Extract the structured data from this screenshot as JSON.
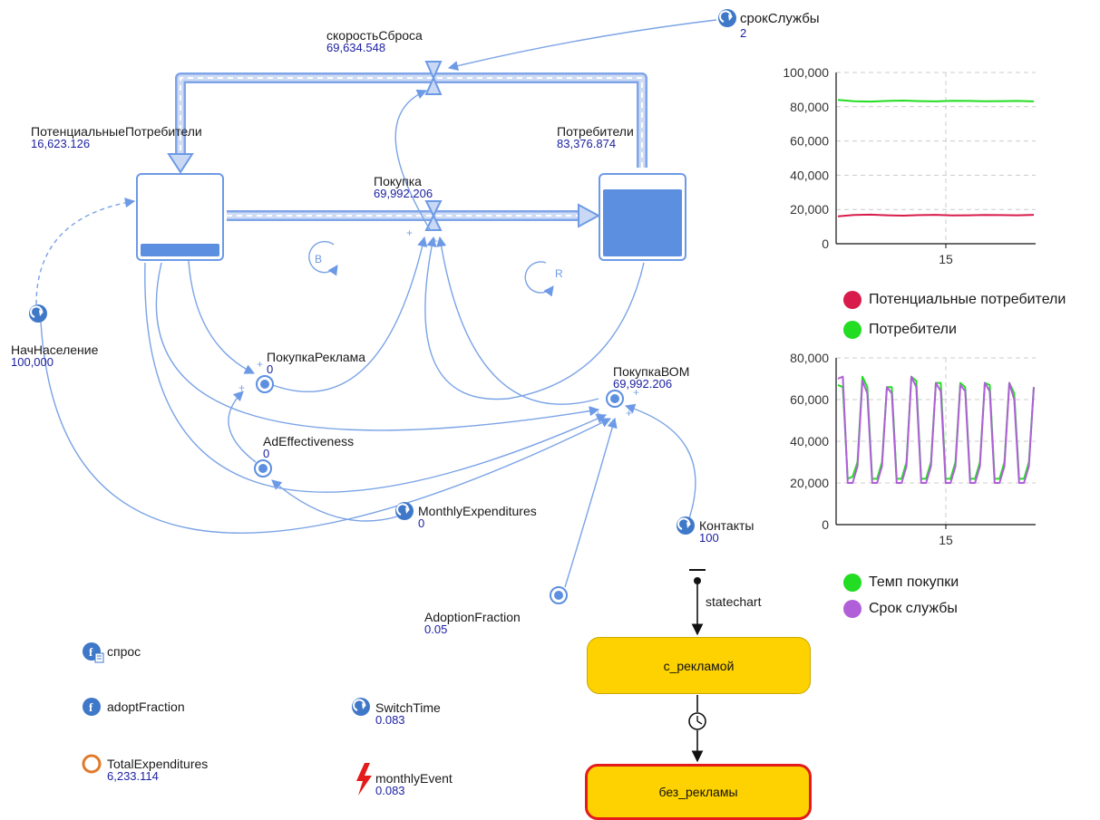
{
  "stocks": {
    "potential": {
      "name": "ПотенциальныеПотребители",
      "value": "16,623.126"
    },
    "consumers": {
      "name": "Потребители",
      "value": "83,376.874"
    }
  },
  "flows": {
    "discard": {
      "name": "скоростьСброса",
      "value": "69,634.548"
    },
    "purchase": {
      "name": "Покупка",
      "value": "69,992.206"
    }
  },
  "loops": {
    "balancing": "B",
    "reinforcing": "R"
  },
  "parameters": {
    "lifetime": {
      "name": "срокСлужбы",
      "value": "2"
    },
    "initial_population": {
      "name": "НачНаселение",
      "value": "100,000"
    },
    "monthly_expenditures": {
      "name": "MonthlyExpenditures",
      "value": "0"
    },
    "contacts": {
      "name": "Контакты",
      "value": "100"
    },
    "switch_time": {
      "name": "SwitchTime",
      "value": "0.083"
    }
  },
  "auxiliaries": {
    "purchase_ad": {
      "name": "ПокупкаРеклама",
      "value": "0"
    },
    "purchase_wom": {
      "name": "ПокупкаВОМ",
      "value": "69,992.206"
    },
    "ad_effectiveness": {
      "name": "AdEffectiveness",
      "value": "0"
    },
    "adoption_fraction": {
      "name": "AdoptionFraction",
      "value": "0.05"
    }
  },
  "functions": {
    "demand": {
      "name": "спрос",
      "icon": "table-function-icon"
    },
    "adopt_fraction": {
      "name": "adoptFraction",
      "icon": "function-icon"
    }
  },
  "variables": {
    "total_expenditures": {
      "name": "TotalExpenditures",
      "value": "6,233.114"
    }
  },
  "events": {
    "monthly_event": {
      "name": "monthlyEvent",
      "value": "0.083"
    }
  },
  "statechart": {
    "label": "statechart",
    "state_ad": "с_рекламой",
    "state_no_ad": "без_рекламы"
  },
  "colors": {
    "flow_blue": "#5d8fe0",
    "pipe_light": "#b8cdf2",
    "state_yellow": "#fdd200",
    "state_red": "#e31b1b",
    "series_red": "#d81b4a",
    "series_green": "#22dd22",
    "series_purple": "#b05fd8",
    "param_blue": "#3f78c8",
    "var_orange": "#e07a2a"
  },
  "chart_data": [
    {
      "type": "line",
      "ylim": [
        0,
        100000
      ],
      "yticks": [
        "100,000",
        "80,000",
        "60,000",
        "40,000",
        "20,000",
        "0"
      ],
      "xticks": [
        "15"
      ],
      "grid": true,
      "legend_position": "below",
      "series": [
        {
          "name": "Потенциальные потребители",
          "color": "#d81b4a",
          "values": [
            16000,
            16800,
            17000,
            16600,
            16400,
            16700,
            16900,
            16500,
            16600,
            16800,
            16700,
            16600,
            16900
          ]
        },
        {
          "name": "Потребители",
          "color": "#22dd22",
          "values": [
            84000,
            83200,
            83000,
            83400,
            83600,
            83300,
            83100,
            83500,
            83400,
            83200,
            83300,
            83400,
            83100
          ]
        }
      ]
    },
    {
      "type": "line",
      "ylim": [
        0,
        80000
      ],
      "yticks": [
        "80,000",
        "60,000",
        "40,000",
        "20,000",
        "0"
      ],
      "xticks": [
        "15"
      ],
      "grid": true,
      "legend_position": "below",
      "series": [
        {
          "name": "Темп покупки",
          "color": "#22dd22",
          "values": [
            67000,
            66000,
            22000,
            23000,
            30000,
            71000,
            66000,
            22000,
            22000,
            30000,
            66000,
            66000,
            22000,
            22000,
            30000,
            71000,
            69000,
            22000,
            22000,
            30000,
            68000,
            68000,
            22000,
            22000,
            30000,
            68000,
            66000,
            22000,
            22000,
            30000,
            68000,
            67000,
            22000,
            22000,
            30000,
            68000,
            63000,
            22000,
            22000,
            30000,
            66000
          ]
        },
        {
          "name": "Срок службы",
          "color": "#b05fd8",
          "values": [
            70000,
            71000,
            20000,
            20000,
            28000,
            69000,
            63000,
            20000,
            20000,
            28000,
            66000,
            63000,
            20000,
            20000,
            28000,
            71000,
            66000,
            20000,
            20000,
            28000,
            68000,
            64000,
            20000,
            20000,
            28000,
            67000,
            64000,
            20000,
            20000,
            28000,
            68000,
            64000,
            20000,
            20000,
            28000,
            68000,
            60000,
            20000,
            20000,
            28000,
            66000
          ]
        }
      ]
    }
  ]
}
